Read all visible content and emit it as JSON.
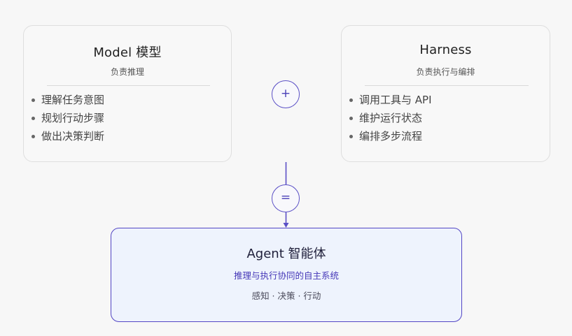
{
  "model": {
    "title": "Model 模型",
    "subtitle": "负责推理",
    "items": [
      "理解任务意图",
      "规划行动步骤",
      "做出决策判断"
    ]
  },
  "harness": {
    "title": "Harness",
    "subtitle": "负责执行与编排",
    "items": [
      "调用工具与 API",
      "维护运行状态",
      "编排多步流程"
    ]
  },
  "operators": {
    "plus": "+",
    "equals": "="
  },
  "agent": {
    "title": "Agent 智能体",
    "subtitle": "推理与执行协同的自主系统",
    "tags": "感知 · 决策 · 行动"
  },
  "colors": {
    "accent": "#5346c4",
    "agent_bg": "#eef3fd",
    "card_bg": "#f8f8f8",
    "page_bg": "#f7f7f7"
  }
}
